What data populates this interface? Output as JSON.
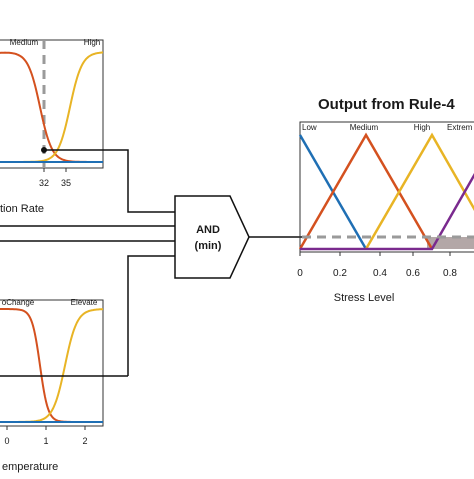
{
  "respiration_panel": {
    "labels": {
      "medium": "Medium",
      "high": "High"
    },
    "ticks": [
      "32",
      "35"
    ],
    "axis_label": "tion Rate"
  },
  "temperature_panel": {
    "labels": {
      "nochange": "oChange",
      "elevate": "Elevate"
    },
    "ticks": [
      "0",
      "1",
      "2"
    ],
    "axis_label": "emperature"
  },
  "and_gate": {
    "line1": "AND",
    "line2": "(min)"
  },
  "output_panel": {
    "title": "Output from Rule-4",
    "labels": {
      "low": "Low",
      "medium": "Medium",
      "high": "High",
      "extreme": "Extrem"
    },
    "ticks": [
      "0",
      "0.2",
      "0.4",
      "0.6",
      "0.8"
    ],
    "axis_label": "Stress Level"
  },
  "colors": {
    "blue": "#1f6fb4",
    "orange": "#d4511f",
    "yellow": "#e8b425",
    "purple": "#7a2a8e",
    "gray": "#9a9a9a",
    "fill": "#b3a7a7"
  }
}
